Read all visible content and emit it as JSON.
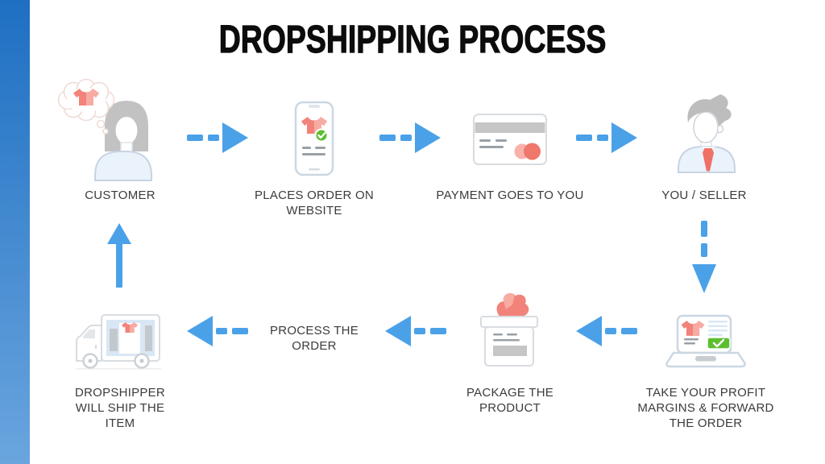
{
  "slide": {
    "title": "DROPSHIPPING PROCESS"
  },
  "steps": {
    "customer": "CUSTOMER",
    "order": "PLACES ORDER ON\nWEBSITE",
    "payment": "PAYMENT GOES TO YOU",
    "seller": "YOU / SELLER",
    "forward": "TAKE YOUR PROFIT\nMARGINS & FORWARD\nTHE ORDER",
    "package": "PACKAGE THE\nPRODUCT",
    "process": "PROCESS THE\nORDER",
    "ship": "DROPSHIPPER\nWILL SHIP THE\nITEM"
  },
  "colors": {
    "arrow_blue": "#4ba1e8",
    "sidebar_top": "#1e6fc2",
    "sidebar_bottom": "#6aa5de",
    "coral": "#f2837a",
    "coral_light": "#f7aba2",
    "green_check": "#5dbe30",
    "label_text": "#3b3b3b",
    "title_text": "#0c0c0c"
  }
}
